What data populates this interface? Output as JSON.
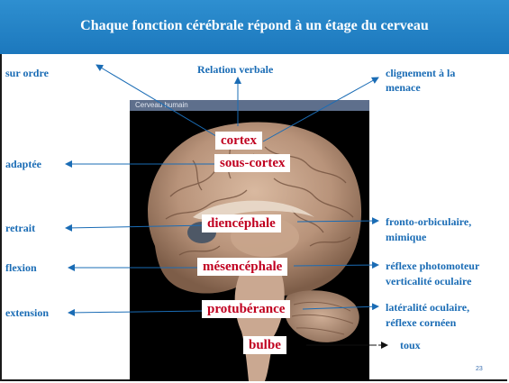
{
  "slide": {
    "title": "Chaque fonction cérébrale répond à un étage du cerveau",
    "page_number": "23",
    "photo_caption": "Cerveau humain"
  },
  "left_labels": {
    "sur_ordre": "sur ordre",
    "adaptee": "adaptée",
    "retrait": "retrait",
    "flexion": "flexion",
    "extension": "extension"
  },
  "top_label": "Relation verbale",
  "right_labels": {
    "clignement_1": "clignement à la",
    "clignement_2": "menace",
    "fronto_1": "fronto-orbiculaire,",
    "fronto_2": "mimique",
    "photomoteur_1": "réflexe photomoteur",
    "photomoteur_2": "verticalité oculaire",
    "lateralite_1": "latéralité oculaire,",
    "lateralite_2": "réflexe cornéen",
    "toux": "toux"
  },
  "regions": {
    "cortex": "cortex",
    "sous_cortex": "sous-cortex",
    "diencephale": "diencéphale",
    "mesencephale": "mésencéphale",
    "protuberance": "protubérance",
    "bulbe": "bulbe"
  },
  "colors": {
    "title_bar": "#1c78bd",
    "label_blue": "#1a6cb5",
    "region_red": "#c00020",
    "arrow_blue": "#1a6cb5"
  }
}
